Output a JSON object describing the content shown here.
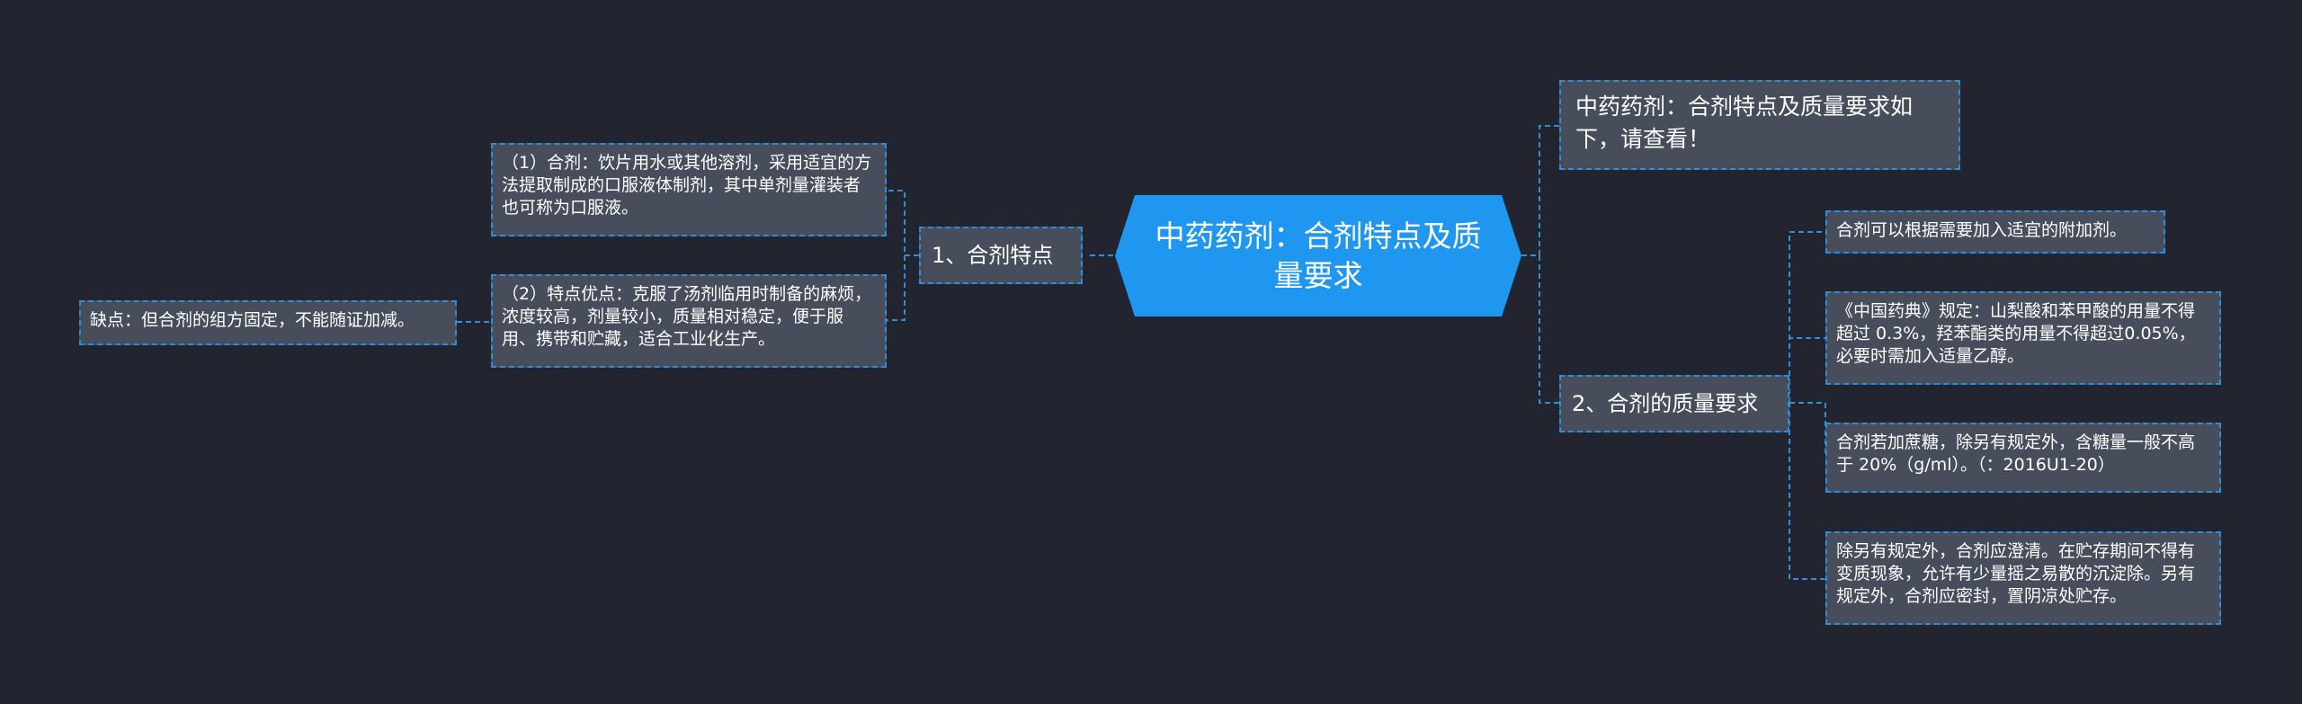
{
  "root": {
    "label": "中药药剂：合剂特点及质量要求"
  },
  "intro": {
    "label": "中药药剂：合剂特点及质量要求如下，请查看！"
  },
  "branch_features": {
    "label": "1、合剂特点",
    "items": [
      "（1）合剂：饮片用水或其他溶剂，采用适宜的方法提取制成的口服液体制剂，其中单剂量灌装者也可称为口服液。",
      "（2）特点优点：克服了汤剂临用时制备的麻烦，浓度较高，剂量较小，质量相对稳定，便于服用、携带和贮藏，适合工业化生产。"
    ],
    "drawback": "缺点：但合剂的组方固定，不能随证加减。"
  },
  "branch_quality": {
    "label": "2、合剂的质量要求",
    "items": [
      "合剂可以根据需要加入适宜的附加剂。",
      "《中国药典》规定：山梨酸和苯甲酸的用量不得超过 0.3%，羟苯酯类的用量不得超过0.05%，必要时需加入适量乙醇。",
      "合剂若加蔗糖，除另有规定外，含糖量一般不高于 20%（g/ml）。（：2016U1-20）",
      "除另有规定外，合剂应澄清。在贮存期间不得有变质现象，允许有少量摇之易散的沉淀除。另有规定外，合剂应密封，置阴凉处贮存。"
    ]
  }
}
